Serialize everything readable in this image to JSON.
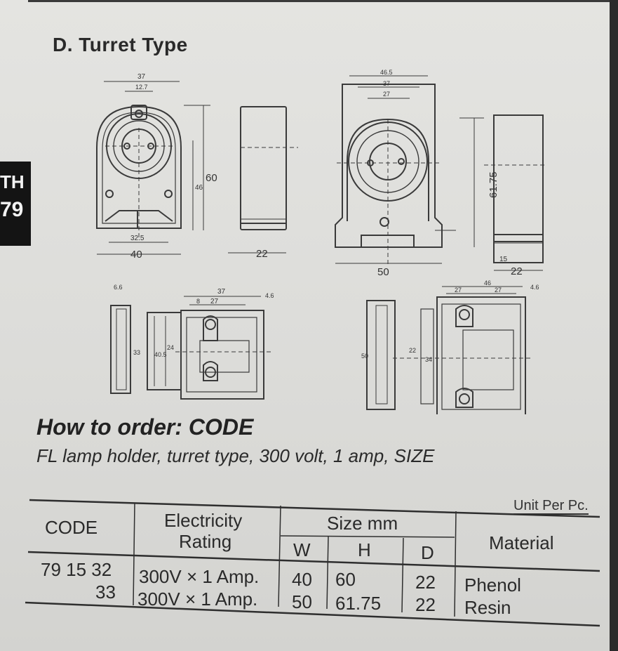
{
  "section_title": "D. Turret Type",
  "side_tab": {
    "line1": "TH",
    "line2": "79"
  },
  "drawing_labels": {
    "top_left": [
      "37",
      "12.7",
      "60",
      "46",
      "32.5",
      "40",
      "22"
    ],
    "top_right": [
      "46.5",
      "37",
      "27",
      "61.75",
      "50",
      "22",
      "15"
    ],
    "bottom_left": [
      "6.6",
      "37",
      "27",
      "8",
      "33",
      "40.5",
      "24",
      "4.6"
    ],
    "bottom_right": [
      "27",
      "27",
      "46",
      "50",
      "22",
      "34",
      "4.6"
    ]
  },
  "order": {
    "heading": "How to order:  CODE",
    "description": "FL lamp holder, turret type, 300 volt, 1 amp, SIZE"
  },
  "table": {
    "unit_note": "Unit Per Pc.",
    "headers": {
      "code": "CODE",
      "electricity_line1": "Electricity",
      "electricity_line2": "Rating",
      "size": "Size mm",
      "w": "W",
      "h": "H",
      "d": "D",
      "material": "Material"
    },
    "rows": [
      {
        "code": "79 15 32",
        "rating": "300V × 1 Amp.",
        "w": "40",
        "h": "60",
        "d": "22",
        "material": "Phenol"
      },
      {
        "code": "33",
        "rating": "300V × 1 Amp.",
        "w": "50",
        "h": "61.75",
        "d": "22",
        "material": "Resin"
      }
    ]
  }
}
